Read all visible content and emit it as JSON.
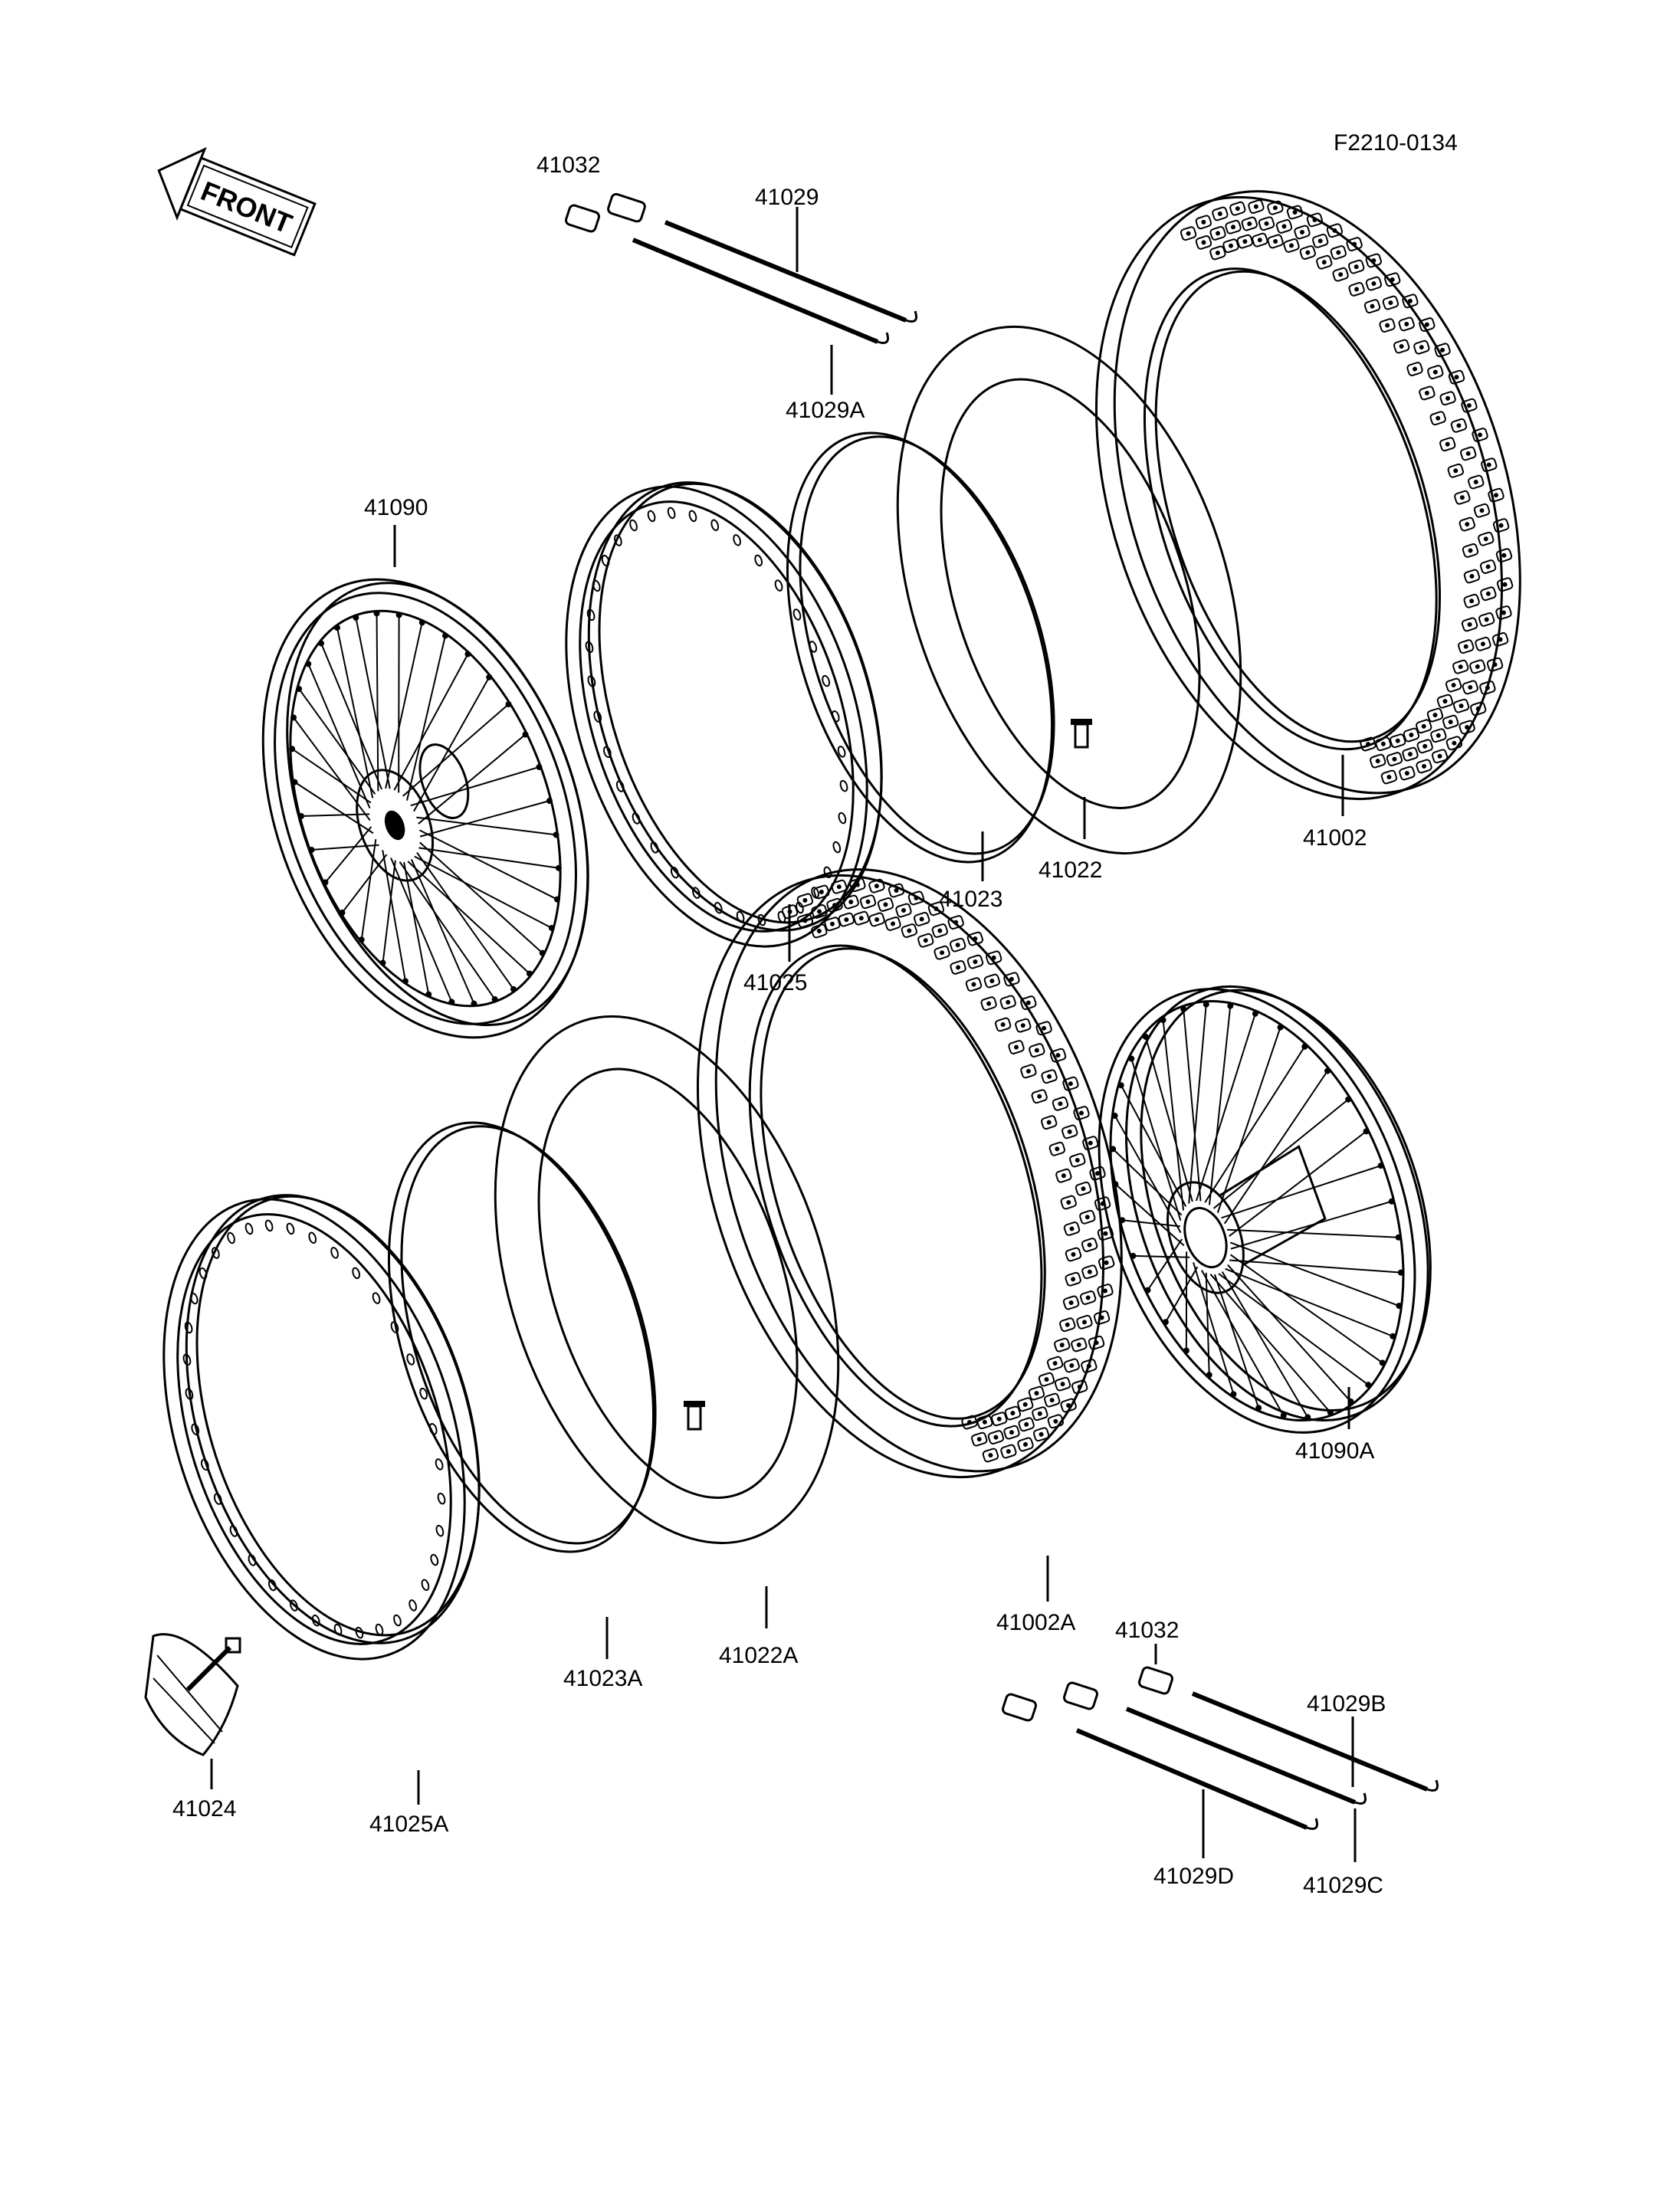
{
  "figure_code": "F2210-0134",
  "direction_label": "FRONT",
  "parts": [
    {
      "id": "p41032_top",
      "text": "41032"
    },
    {
      "id": "p41029",
      "text": "41029"
    },
    {
      "id": "p41029A",
      "text": "41029A"
    },
    {
      "id": "p41090",
      "text": "41090"
    },
    {
      "id": "p41002",
      "text": "41002"
    },
    {
      "id": "p41022",
      "text": "41022"
    },
    {
      "id": "p41023",
      "text": "41023"
    },
    {
      "id": "p41025",
      "text": "41025"
    },
    {
      "id": "p41090A",
      "text": "41090A"
    },
    {
      "id": "p41002A",
      "text": "41002A"
    },
    {
      "id": "p41032_bot",
      "text": "41032"
    },
    {
      "id": "p41029B",
      "text": "41029B"
    },
    {
      "id": "p41029C",
      "text": "41029C"
    },
    {
      "id": "p41029D",
      "text": "41029D"
    },
    {
      "id": "p41022A",
      "text": "41022A"
    },
    {
      "id": "p41023A",
      "text": "41023A"
    },
    {
      "id": "p41024",
      "text": "41024"
    },
    {
      "id": "p41025A",
      "text": "41025A"
    }
  ]
}
